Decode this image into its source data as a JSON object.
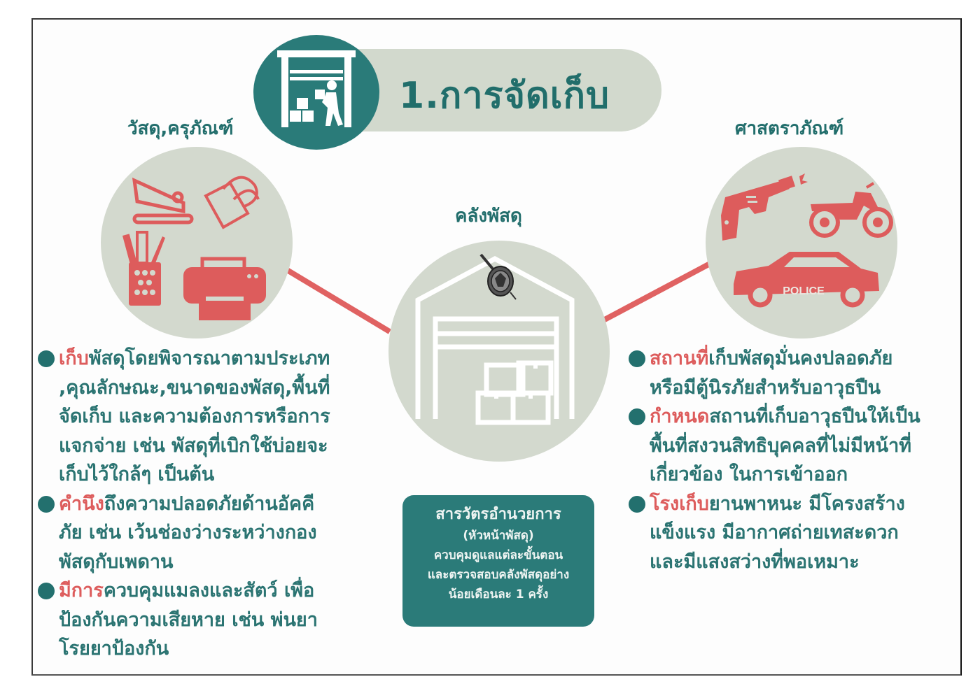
{
  "header": {
    "title": "1.การจัดเก็บ",
    "badge_icon": "warehouse-worker-icon"
  },
  "colors": {
    "teal": "#2a7b79",
    "teal_text": "#226e6c",
    "accent_red": "#e06262",
    "circle_bg": "#d3d9ce",
    "pill_bg": "#d2d9cd"
  },
  "left": {
    "label": "วัสดุ,ครุภัณฑ์",
    "icons": [
      "stapler-icon",
      "binder-clip-icon",
      "pen-holder-icon",
      "printer-icon"
    ],
    "bullets": [
      {
        "highlight": "เก็บ",
        "lines": [
          "พัสดุโดยพิจารณาตามประเภท",
          ",คุณลักษณะ,ขนาดของพัสดุ,พื้นที่",
          "จัดเก็บ และความต้องการหรือการ",
          "แจกจ่าย เช่น พัสดุที่เบิกใช้บ่อยจะ",
          "เก็บไว้ใกล้ๆ เป็นต้น"
        ]
      },
      {
        "highlight": "คำนึง",
        "lines": [
          "ถึงความปลอดภัยด้านอัคคี",
          "ภัย เช่น เว้นช่องว่างระหว่างกอง",
          "พัสดุกับเพดาน"
        ]
      },
      {
        "highlight": "มีการ",
        "lines": [
          "ควบคุมแมลงและสัตว์ เพื่อ",
          "ป้องกันความเสียหาย เช่น พ่นยา",
          "โรยยาป้องกัน"
        ]
      }
    ]
  },
  "center": {
    "label": "คลังพัสดุ",
    "icon": "warehouse-icon",
    "note": {
      "line1": "สารวัตรอำนวยการ",
      "line2": "(หัวหน้าพัสดุ)",
      "line3": "ควบคุมดูแลแต่ละขั้นตอน",
      "line4": "และตรวจสอบคลังพัสดุอย่าง",
      "line5": "น้อยเดือนละ 1 ครั้ง"
    }
  },
  "right": {
    "label": "ศาสตราภัณฑ์",
    "icons": [
      "revolver-icon",
      "motorcycle-icon",
      "police-car-icon"
    ],
    "car_text": "POLICE",
    "bullets": [
      {
        "highlight": "สถานที่",
        "lines": [
          "เก็บพัสดุมั่นคงปลอดภัย",
          "หรือมีตู้นิรภัยสำหรับอาวุธปืน"
        ]
      },
      {
        "highlight": "กำหนด",
        "lines": [
          "สถานที่เก็บอาวุธปืนให้เป็น",
          "พื้นที่สงวนสิทธิบุคคลที่ไม่มีหน้าที่",
          "เกี่ยวข้อง ในการเข้าออก"
        ]
      },
      {
        "highlight": "โรงเก็บ",
        "lines": [
          "ยานพาหนะ มีโครงสร้าง",
          "แข็งแรง มีอากาศถ่ายเทสะดวก",
          "และมีแสงสว่างที่พอเหมาะ"
        ]
      }
    ]
  }
}
